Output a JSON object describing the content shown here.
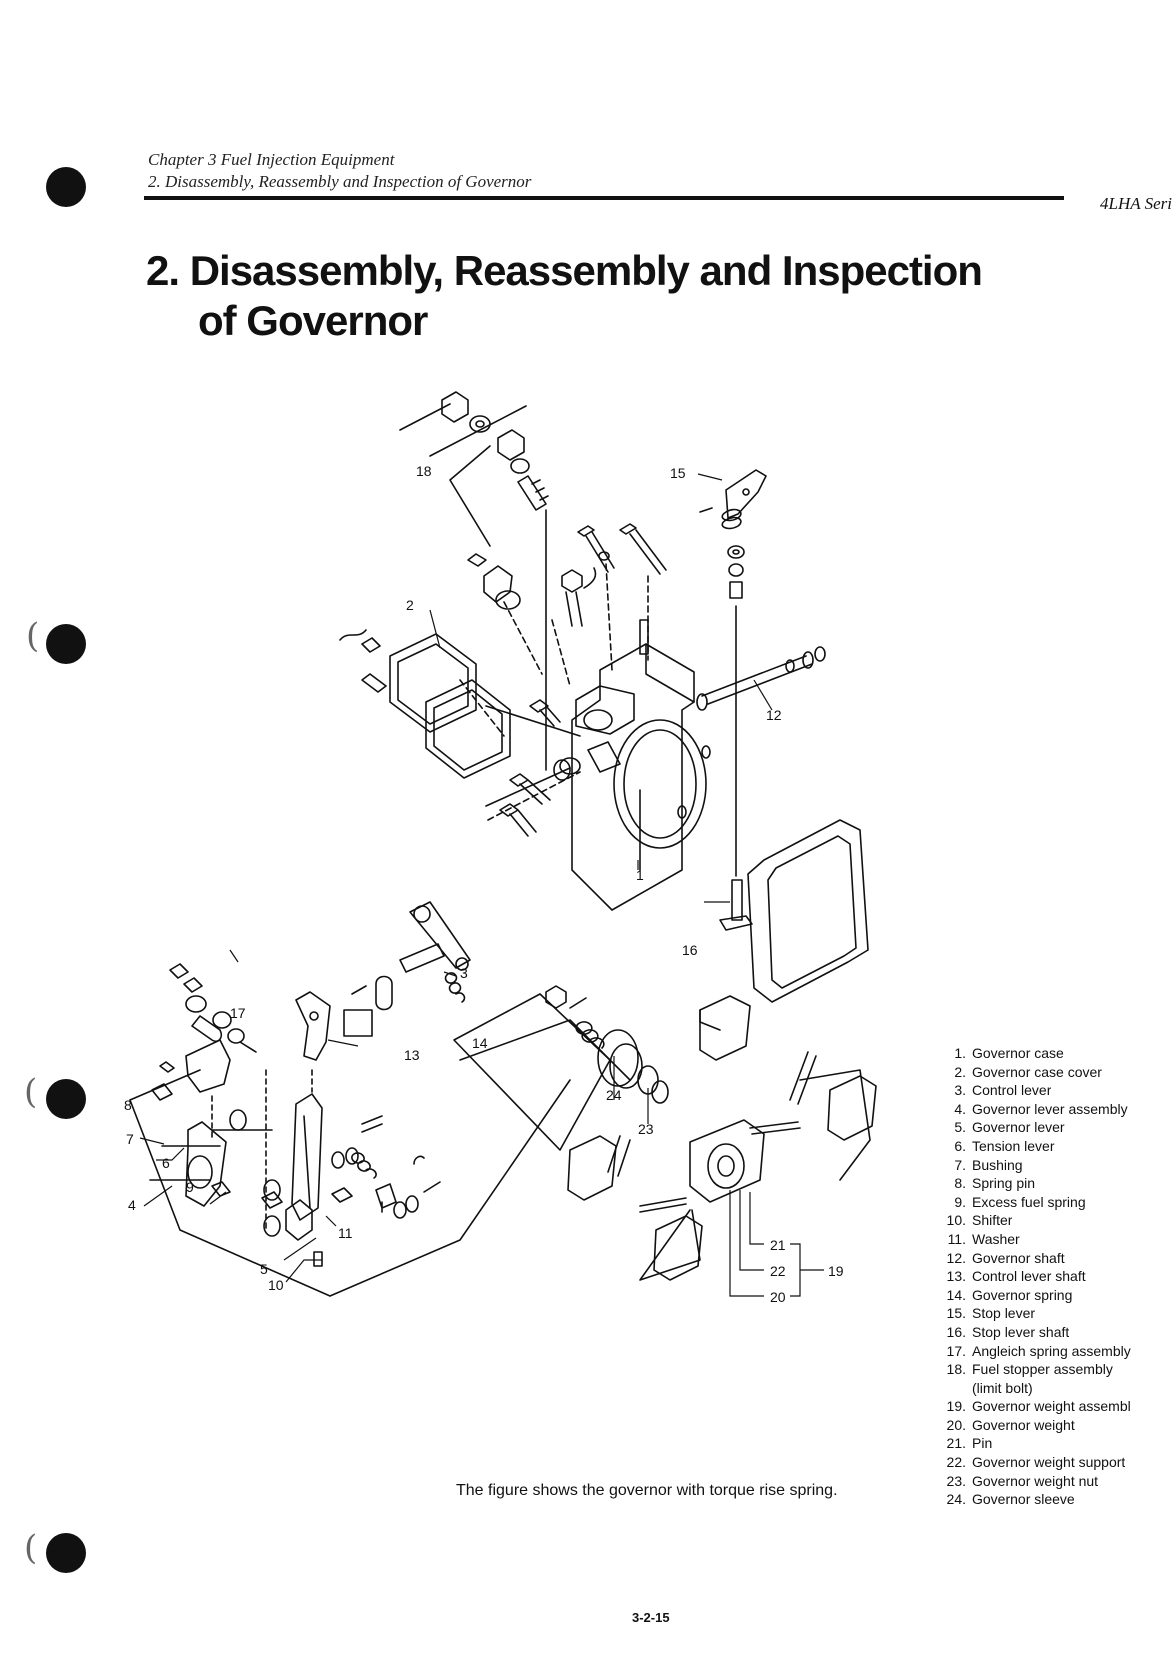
{
  "header": {
    "chapter": "Chapter 3 Fuel Injection Equipment",
    "section": "2. Disassembly, Reassembly and Inspection of Governor",
    "series": "4LHA Seri"
  },
  "title": {
    "line1": "2. Disassembly, Reassembly and Inspection",
    "line2": "of Governor"
  },
  "diagram": {
    "callouts": [
      "1",
      "2",
      "3",
      "4",
      "5",
      "6",
      "7",
      "8",
      "9",
      "10",
      "11",
      "12",
      "13",
      "14",
      "15",
      "16",
      "17",
      "18",
      "19",
      "20",
      "21",
      "22",
      "23",
      "24"
    ]
  },
  "legend": [
    {
      "num": "1.",
      "text": "Governor case"
    },
    {
      "num": "2.",
      "text": "Governor case cover"
    },
    {
      "num": "3.",
      "text": "Control lever"
    },
    {
      "num": "4.",
      "text": "Governor lever assembly"
    },
    {
      "num": "5.",
      "text": "Governor lever"
    },
    {
      "num": "6.",
      "text": "Tension lever"
    },
    {
      "num": "7.",
      "text": "Bushing"
    },
    {
      "num": "8.",
      "text": "Spring pin"
    },
    {
      "num": "9.",
      "text": "Excess fuel spring"
    },
    {
      "num": "10.",
      "text": "Shifter"
    },
    {
      "num": "11.",
      "text": "Washer"
    },
    {
      "num": "12.",
      "text": "Governor shaft"
    },
    {
      "num": "13.",
      "text": "Control lever shaft"
    },
    {
      "num": "14.",
      "text": "Governor spring"
    },
    {
      "num": "15.",
      "text": "Stop lever"
    },
    {
      "num": "16.",
      "text": "Stop lever shaft"
    },
    {
      "num": "17.",
      "text": "Angleich spring assembly"
    },
    {
      "num": "18.",
      "text": "Fuel stopper assembly"
    },
    {
      "num": "",
      "text": "(limit bolt)"
    },
    {
      "num": "19.",
      "text": "Governor weight assembl"
    },
    {
      "num": "20.",
      "text": "Governor weight"
    },
    {
      "num": "21.",
      "text": "Pin"
    },
    {
      "num": "22.",
      "text": "Governor weight support"
    },
    {
      "num": "23.",
      "text": "Governor weight nut"
    },
    {
      "num": "24.",
      "text": "Governor sleeve"
    }
  ],
  "caption": "The figure shows the governor with torque rise spring.",
  "page_number": "3-2-15"
}
